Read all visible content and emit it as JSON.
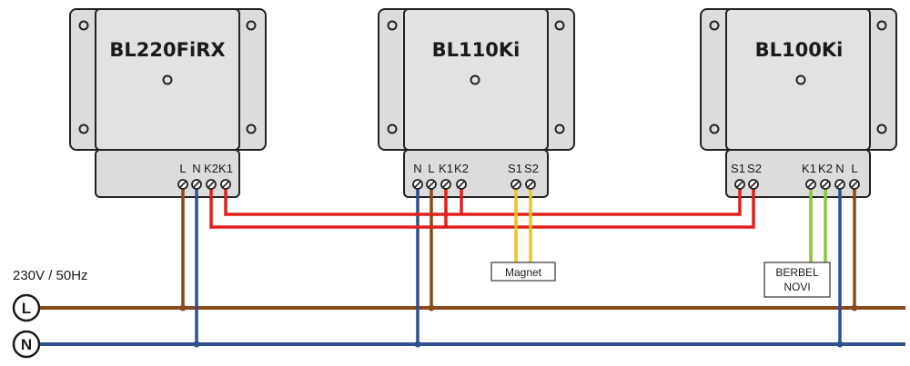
{
  "supply": {
    "voltage_label": "230V / 50Hz",
    "live_label": "L",
    "neutral_label": "N"
  },
  "devices": [
    {
      "title": "BL220FiRX",
      "terminals": [
        "L",
        "N",
        "K2",
        "K1"
      ]
    },
    {
      "title": "BL110Ki",
      "terminals": [
        "N",
        "L",
        "K1",
        "K2"
      ],
      "sensor_terminals": [
        "S1",
        "S2"
      ]
    },
    {
      "title": "BL100Ki",
      "sensor_terminals": [
        "S1",
        "S2"
      ],
      "terminals": [
        "K1",
        "K2",
        "N",
        "L"
      ]
    }
  ],
  "labels": {
    "magnet": "Magnet",
    "berbel_line1": "BERBEL",
    "berbel_line2": "NOVI"
  },
  "colors": {
    "live": "#8a4a1c",
    "neutral": "#2f4f8f",
    "control": "#e0201b",
    "magnet": "#f2c21d",
    "berbel": "#8cc63f",
    "housing": "#dcdcdc",
    "outline": "#222222"
  }
}
